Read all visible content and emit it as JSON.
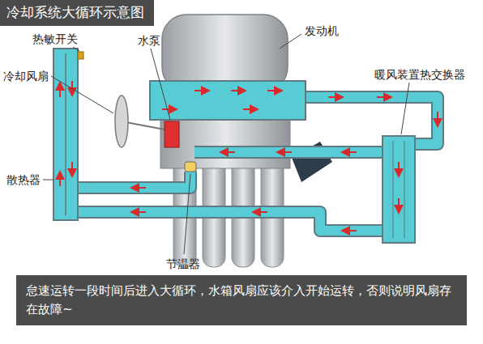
{
  "diagram": {
    "title": "冷却系统大循环示意图",
    "caption": "怠速运转一段时间后进入大循环，水箱风扇应该介入开始运转，否则说明风扇存在故障~",
    "labels": [
      "热敏开关",
      "水泵",
      "发动机",
      "冷却风扇",
      "暖风装置热交换器",
      "散热器",
      "节温器"
    ]
  }
}
